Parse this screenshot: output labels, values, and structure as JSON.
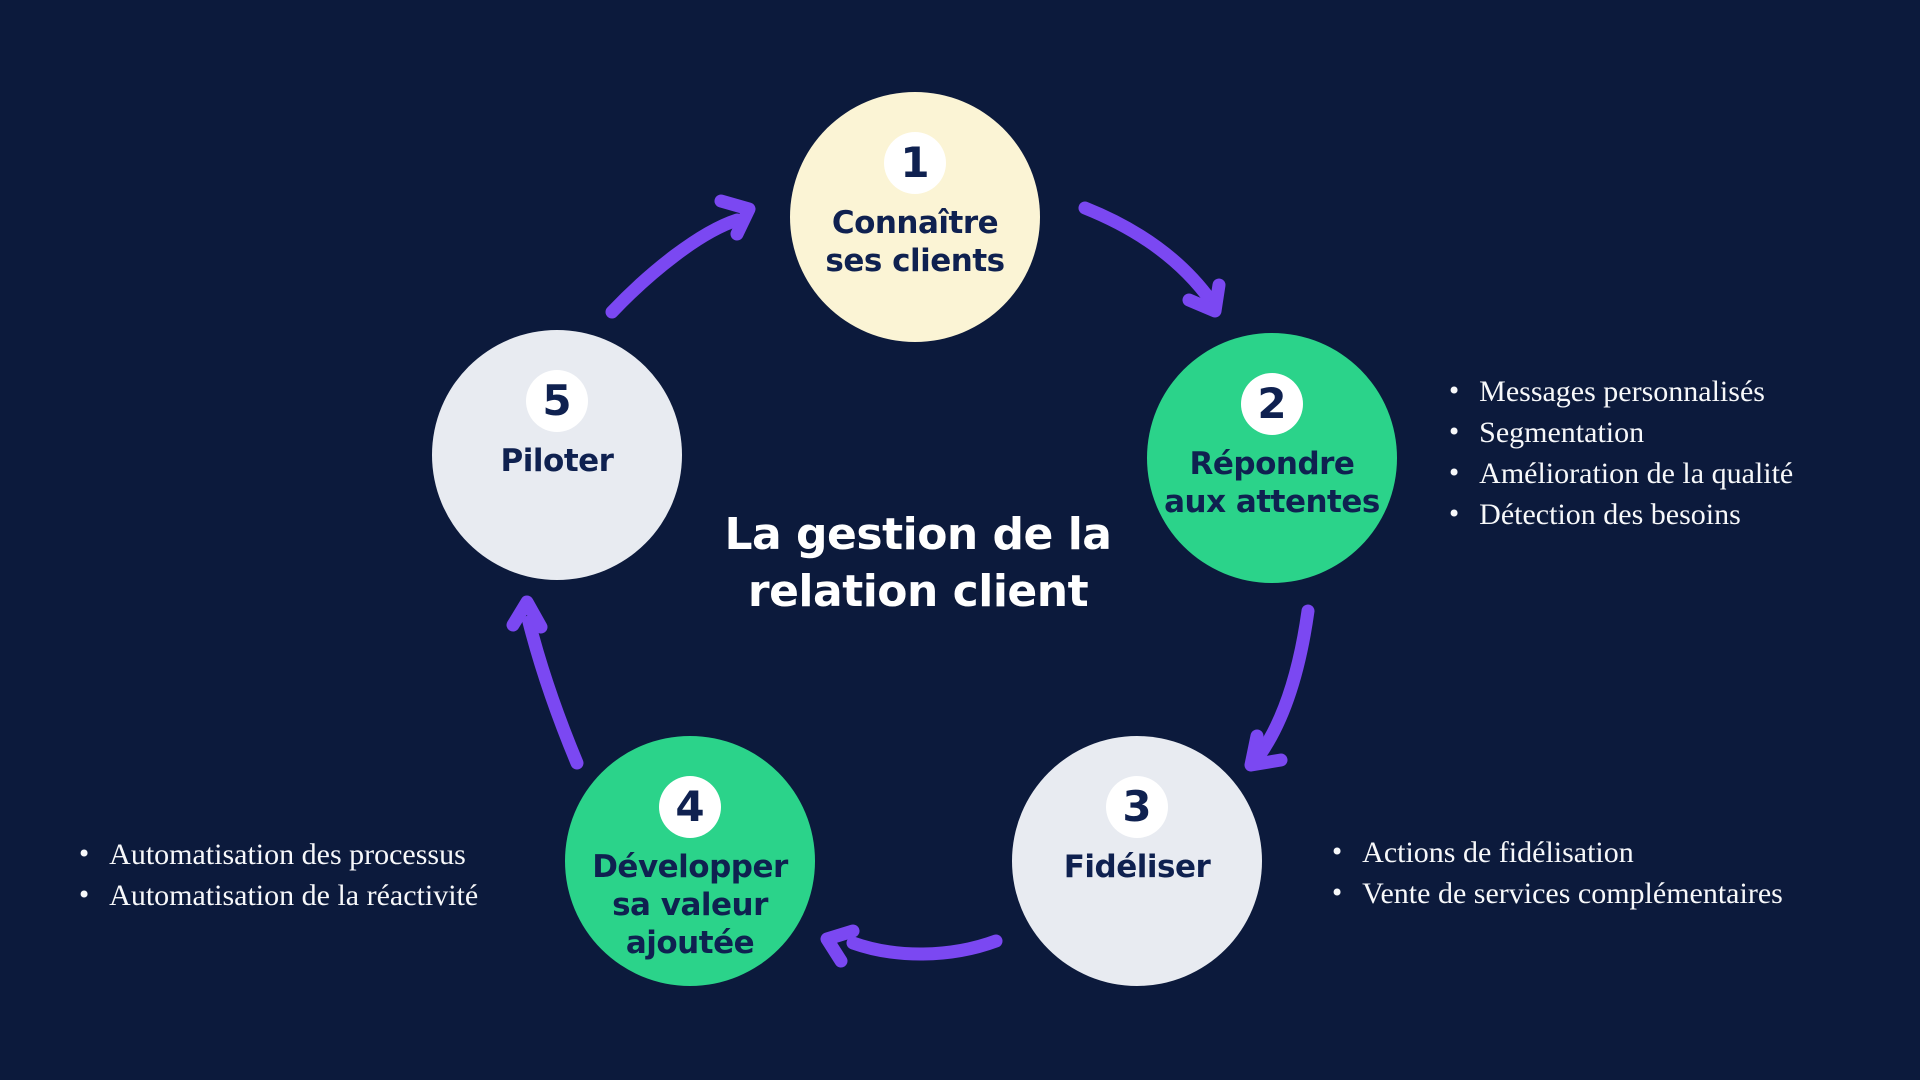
{
  "title": "La gestion de la\nrelation client",
  "colors": {
    "bg": "#0c1a3c",
    "arrow": "#7b48f2",
    "cream": "#fbf4d5",
    "green": "#2bd38a",
    "gray": "#e8ebf1",
    "badge-bg": "#ffffff",
    "ink": "#0f2150",
    "light": "#f7f8fa"
  },
  "steps": [
    {
      "number": "1",
      "label": "Connaître\nses clients",
      "color": "cream",
      "bullets": []
    },
    {
      "number": "2",
      "label": "Répondre\naux attentes",
      "color": "green",
      "bullets": [
        "Messages personnalisés",
        "Segmentation",
        "Amélioration de la qualité",
        "Détection des besoins"
      ]
    },
    {
      "number": "3",
      "label": "Fidéliser",
      "color": "gray",
      "bullets": [
        "Actions de fidélisation",
        "Vente de services complémentaires"
      ]
    },
    {
      "number": "4",
      "label": "Développer\nsa valeur\najoutée",
      "color": "green",
      "bullets": [
        "Automatisation des processus",
        "Automatisation de la réactivité"
      ]
    },
    {
      "number": "5",
      "label": "Piloter",
      "color": "gray",
      "bullets": []
    }
  ]
}
